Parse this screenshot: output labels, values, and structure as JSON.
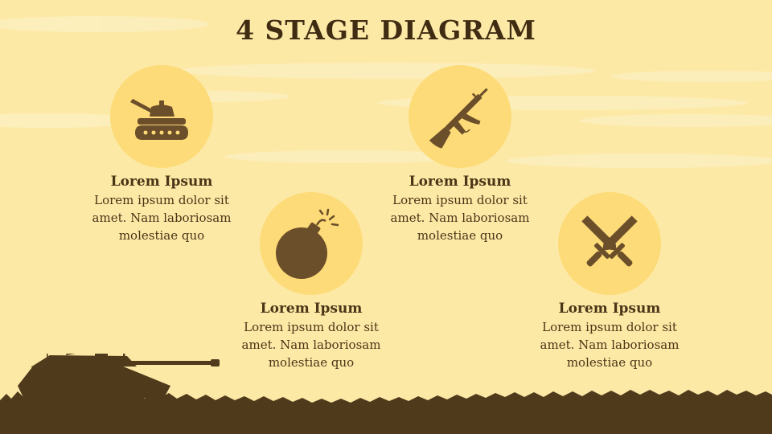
{
  "title": "4 STAGE DIAGRAM",
  "colors": {
    "background": "#fde9a6",
    "circle": "#fddb78",
    "icon": "#6b4e2a",
    "text": "#4a3517",
    "silhouette": "#4f3a1c"
  },
  "stages": [
    {
      "icon": "tank-icon",
      "title": "Lorem Ipsum",
      "text": [
        "Lorem ipsum dolor sit",
        "amet. Nam laboriosam",
        "molestiae quo"
      ]
    },
    {
      "icon": "bomb-icon",
      "title": "Lorem Ipsum",
      "text": [
        "Lorem ipsum dolor sit",
        "amet. Nam laboriosam",
        "molestiae quo"
      ]
    },
    {
      "icon": "rifle-icon",
      "title": "Lorem Ipsum",
      "text": [
        "Lorem ipsum dolor sit",
        "amet. Nam laboriosam",
        "molestiae quo"
      ]
    },
    {
      "icon": "crossed-swords-icon",
      "title": "Lorem Ipsum",
      "text": [
        "Lorem ipsum dolor sit",
        "amet. Nam laboriosam",
        "molestiae quo"
      ]
    }
  ]
}
